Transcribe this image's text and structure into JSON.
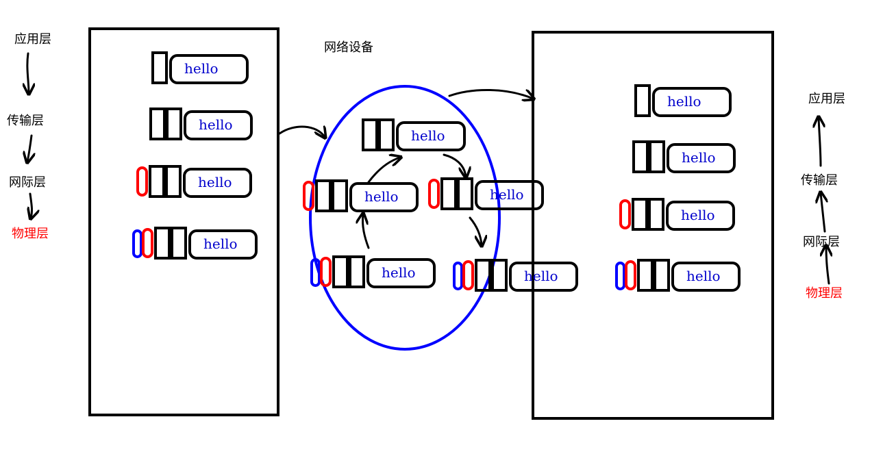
{
  "network_title": "网络设备",
  "payload_text": "hello",
  "colors": {
    "frame": "#000000",
    "link_header": "#ff0000",
    "phys_header": "#0000ff",
    "payload_text": "#0000cc",
    "network_ellipse": "#0000ff"
  },
  "left_layers": [
    "应用层",
    "传输层",
    "网际层",
    "物理层"
  ],
  "right_layers": [
    "应用层",
    "传输层",
    "网际层",
    "物理层"
  ],
  "highlight_layer": "物理层"
}
